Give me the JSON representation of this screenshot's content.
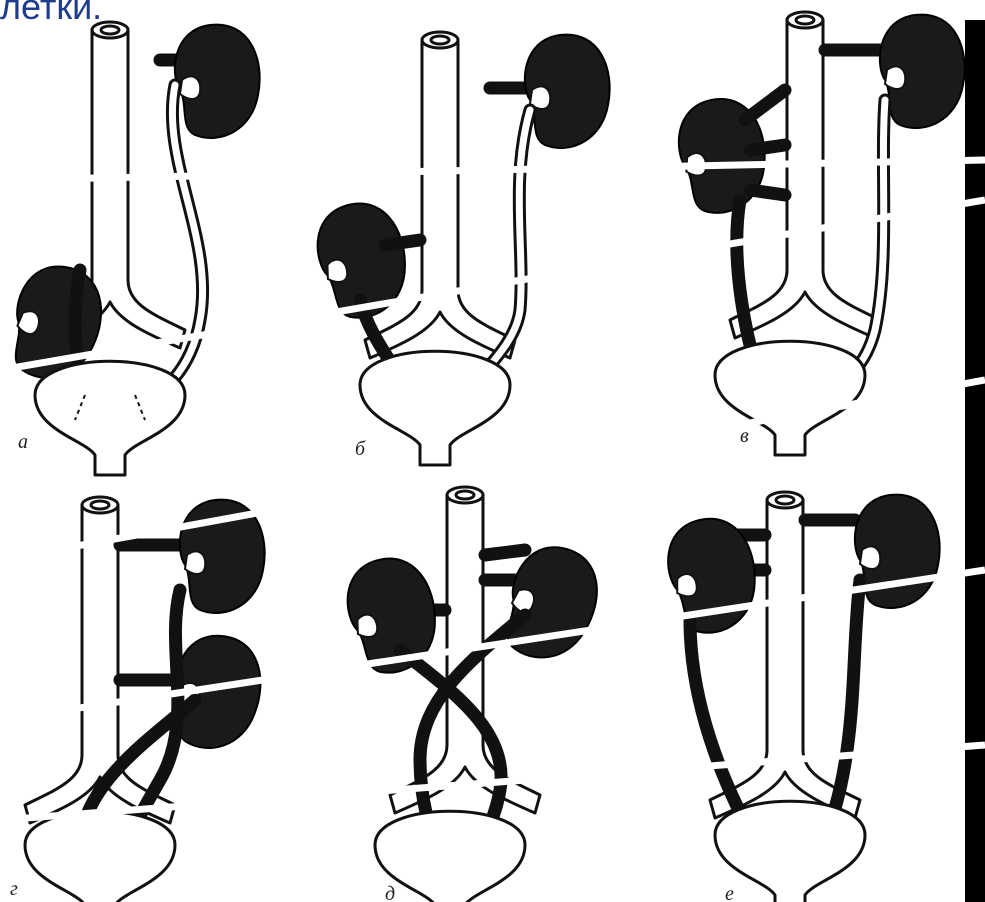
{
  "header": {
    "text": "летки.",
    "color": "#1f3c8c"
  },
  "panels": [
    {
      "id": "a",
      "label": "а"
    },
    {
      "id": "b",
      "label": "б"
    },
    {
      "id": "v",
      "label": "в"
    },
    {
      "id": "g",
      "label": "г"
    },
    {
      "id": "d",
      "label": "д"
    },
    {
      "id": "e",
      "label": "е"
    }
  ]
}
